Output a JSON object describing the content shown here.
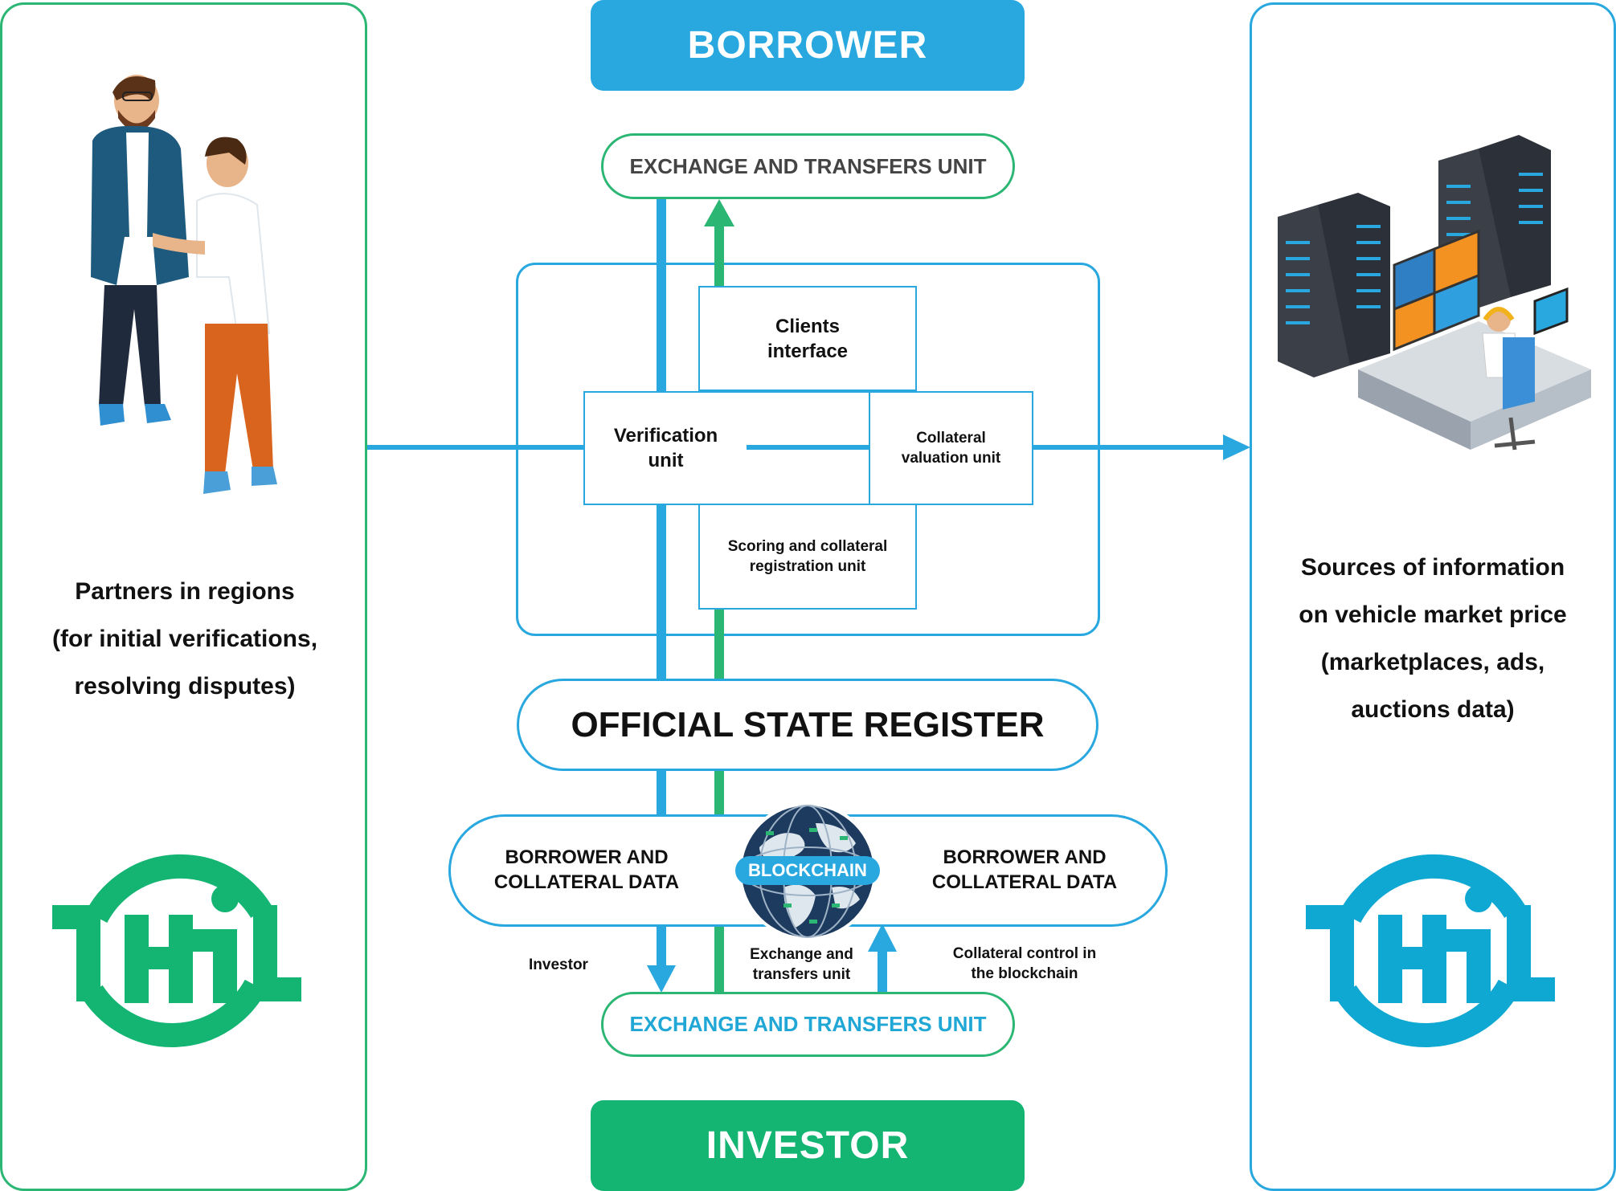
{
  "colors": {
    "blue": "#29a8e0",
    "green": "#2bb673",
    "borrower_header": "#29a8e0",
    "investor_header": "#14b473",
    "dark_text": "#111111",
    "gray_text": "#444444"
  },
  "header_top": {
    "label": "BORROWER"
  },
  "header_bottom": {
    "label": "INVESTOR"
  },
  "exchange_top": {
    "label": "EXCHANGE AND TRANSFERS UNIT"
  },
  "exchange_bottom": {
    "label": "EXCHANGE AND TRANSFERS UNIT"
  },
  "units": {
    "clients_interface": [
      "Clients",
      "interface"
    ],
    "verification": [
      "Verification",
      "unit"
    ],
    "collateral_valuation": [
      "Collateral",
      "valuation unit"
    ],
    "scoring": [
      "Scoring and collateral",
      "registration unit"
    ]
  },
  "state_register": {
    "label": "OFFICIAL STATE REGISTER"
  },
  "blockchain_bar": {
    "left_label": [
      "BORROWER AND",
      "COLLATERAL DATA"
    ],
    "right_label": [
      "BORROWER AND",
      "COLLATERAL DATA"
    ],
    "badge": "BLOCKCHAIN"
  },
  "arrow_captions": {
    "investor": "Investor",
    "exchange": [
      "Exchange and",
      "transfers unit"
    ],
    "collateral_control": [
      "Collateral control in",
      "the blockchain"
    ]
  },
  "left_panel": {
    "caption": [
      "Partners in regions",
      "(for initial verifications,",
      "resolving disputes)"
    ],
    "illustration": "two-people-handshake-illustration",
    "logo": "hi-logo-green"
  },
  "right_panel": {
    "caption": [
      "Sources of information",
      "on vehicle market price",
      "(marketplaces, ads,",
      "auctions data)"
    ],
    "illustration": "server-room-operator-illustration",
    "logo": "hi-logo-blue"
  }
}
